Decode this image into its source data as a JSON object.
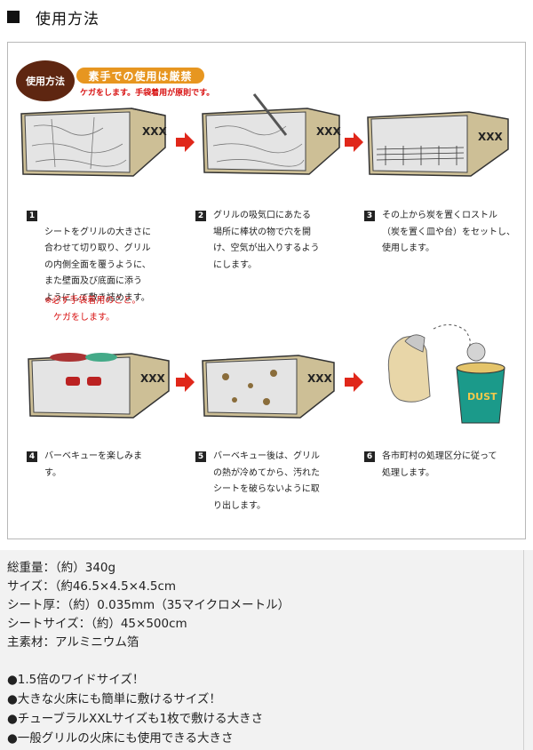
{
  "heading": {
    "marker": "■",
    "title": "使用方法"
  },
  "badge": {
    "label": "使用方法"
  },
  "warning": {
    "pill": "素手での使用は厳禁",
    "sub": "ケガをします。手袋着用が原則です。"
  },
  "steps": [
    {
      "num": "1",
      "text": "シートをグリルの大きさに\n合わせて切り取り、グリル\nの内側全面を覆うように、\nまた壁面及び底面に添う\nようにして敷き詰めます。",
      "note": "※必ず手袋着用のこと。\n　ケガをします。"
    },
    {
      "num": "2",
      "text": "グリルの吸気口にあたる\n場所に棒状の物で穴を開\nけ、空気が出入りするよう\nにします。"
    },
    {
      "num": "3",
      "text": " その上から炭を置くロストル\n（炭を置く皿や台）をセットし、\n使用します。"
    },
    {
      "num": "4",
      "text": "バーベキューを楽しみま\nす。"
    },
    {
      "num": "5",
      "text": "バーベキュー後は、グリル\nの熱が冷めてから、汚れた\nシートを破らないように取\nり出します。"
    },
    {
      "num": "6",
      "text": "各市町村の処理区分に従って\n処理します。"
    }
  ],
  "box_mark": "XXX",
  "can_label": "DUST",
  "colors": {
    "badge": "#5e2611",
    "pill": "#e79620",
    "warn_text": "#d81010",
    "arrow": "#e0271a",
    "box": "#cdbf96"
  },
  "specs": [
    "総重量：（約）340g",
    "サイズ：（約46.5×4.5×4.5cm",
    "シート厚：（約）0.035mm（35マイクロメートル）",
    "シートサイズ：（約）45×500cm",
    "主素材：アルミニウム箔",
    "",
    "●1.5倍のワイドサイズ！",
    "●大きな火床にも簡単に敷けるサイズ！",
    "●チューブラルXXLサイズも1枚で敷ける大きさ",
    "●一般グリルの火床にも使用できる大きさ"
  ]
}
